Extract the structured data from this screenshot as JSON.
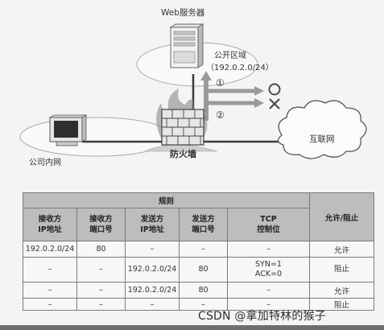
{
  "diagram": {
    "web_server_label": "Web服务器",
    "dmz_label": "公开区域",
    "dmz_subnet": "（192.0.2.0/24）",
    "firewall_label": "防火墙",
    "internet_label": "互联网",
    "lan_label": "公司内网",
    "arrow1_number": "①",
    "arrow2_number": "②",
    "allow_mark": "○",
    "deny_mark": "×"
  },
  "table": {
    "group_header": "规则",
    "action_header": "允许/阻止",
    "columns": [
      {
        "line1": "接收方",
        "line2": "IP地址"
      },
      {
        "line1": "接收方",
        "line2": "端口号"
      },
      {
        "line1": "发送方",
        "line2": "IP地址"
      },
      {
        "line1": "发送方",
        "line2": "端口号"
      },
      {
        "line1": "TCP",
        "line2": "控制位"
      }
    ],
    "rows": [
      {
        "cells": [
          {
            "line1": "192.0.2.0/24",
            "line2": ""
          },
          {
            "line1": "80",
            "line2": ""
          },
          {
            "line1": "–",
            "line2": ""
          },
          {
            "line1": "–",
            "line2": ""
          },
          {
            "line1": "–",
            "line2": ""
          }
        ],
        "action": "允许"
      },
      {
        "cells": [
          {
            "line1": "–",
            "line2": ""
          },
          {
            "line1": "–",
            "line2": ""
          },
          {
            "line1": "192.0.2.0/24",
            "line2": ""
          },
          {
            "line1": "80",
            "line2": ""
          },
          {
            "line1": "SYN=1",
            "line2": "ACK=0"
          }
        ],
        "action": "阻止"
      },
      {
        "cells": [
          {
            "line1": "–",
            "line2": ""
          },
          {
            "line1": "–",
            "line2": ""
          },
          {
            "line1": "192.0.2.0/24",
            "line2": ""
          },
          {
            "line1": "80",
            "line2": ""
          },
          {
            "line1": "–",
            "line2": ""
          }
        ],
        "action": "允许"
      },
      {
        "cells": [
          {
            "line1": "–",
            "line2": ""
          },
          {
            "line1": "–",
            "line2": ""
          },
          {
            "line1": "–",
            "line2": ""
          },
          {
            "line1": "–",
            "line2": ""
          },
          {
            "line1": "–",
            "line2": ""
          }
        ],
        "action": "阻止"
      }
    ]
  },
  "watermark": "CSDN @拿加特林的猴子"
}
